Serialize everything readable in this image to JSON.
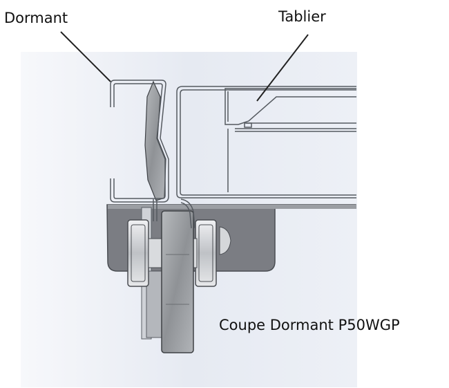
{
  "labels": {
    "dormant": "Dormant",
    "tablier": "Tablier",
    "caption": "Coupe Dormant P50WGP"
  },
  "colors": {
    "background": "#ffffff",
    "render_background": "#e8ecf3",
    "steel": "#c9ccd1",
    "steel_dark": "#8c8f95",
    "plate": "#7d7f85",
    "galvanized": "#a6a9ad",
    "outline": "#555a60",
    "leader_line": "#222222",
    "text": "#111111"
  }
}
